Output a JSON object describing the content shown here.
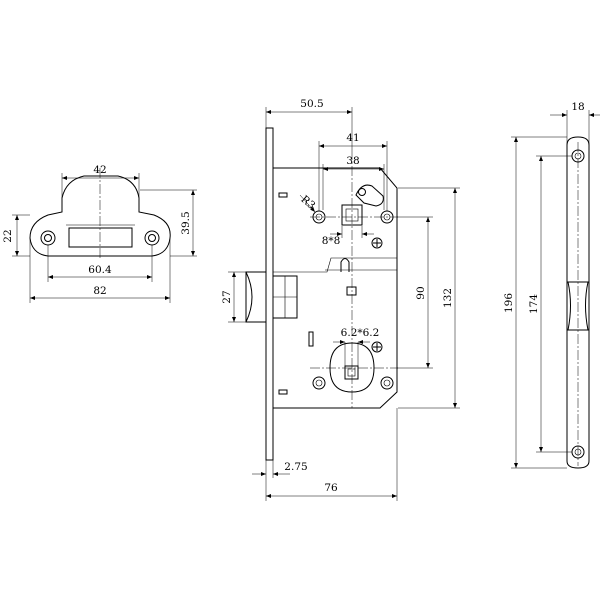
{
  "strike_plate": {
    "width_top": "42",
    "height_left": "22",
    "height_right": "39.5",
    "hole_spacing": "60.4",
    "total_width": "82"
  },
  "lock_body": {
    "backset": "50.5",
    "width_41": "41",
    "width_38": "38",
    "radius": "R3",
    "spindle": "8*8",
    "latch_projection": "27",
    "center_distance": "90",
    "body_height": "132",
    "cylinder": "6.2*6.2",
    "faceplate_thickness": "2.75",
    "body_width": "76"
  },
  "faceplate": {
    "width": "18",
    "hole_distance": "174",
    "length": "196"
  }
}
